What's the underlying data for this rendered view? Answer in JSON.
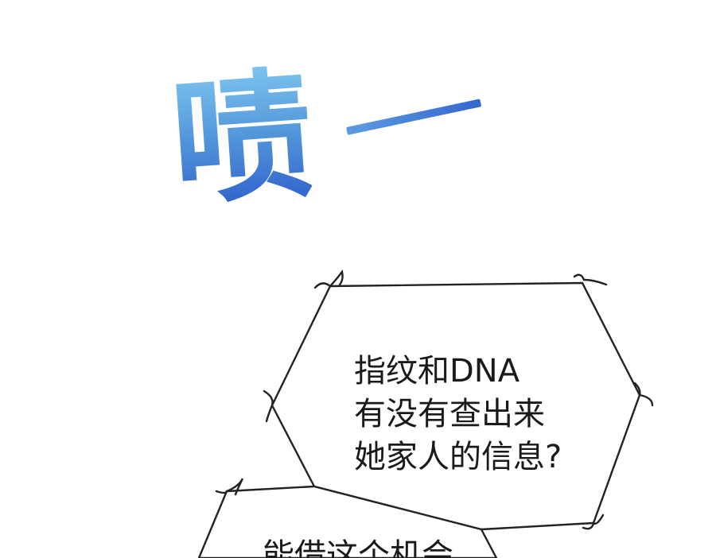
{
  "sfx": {
    "text": "啧",
    "color_top": "#7cc4ee",
    "color_bottom": "#2f5ecb"
  },
  "bubble1": {
    "lines": [
      "指纹和DNA",
      "有没有查出来",
      "她家人的信息?"
    ]
  },
  "bubble2": {
    "lines": [
      "能借这个机会"
    ]
  }
}
